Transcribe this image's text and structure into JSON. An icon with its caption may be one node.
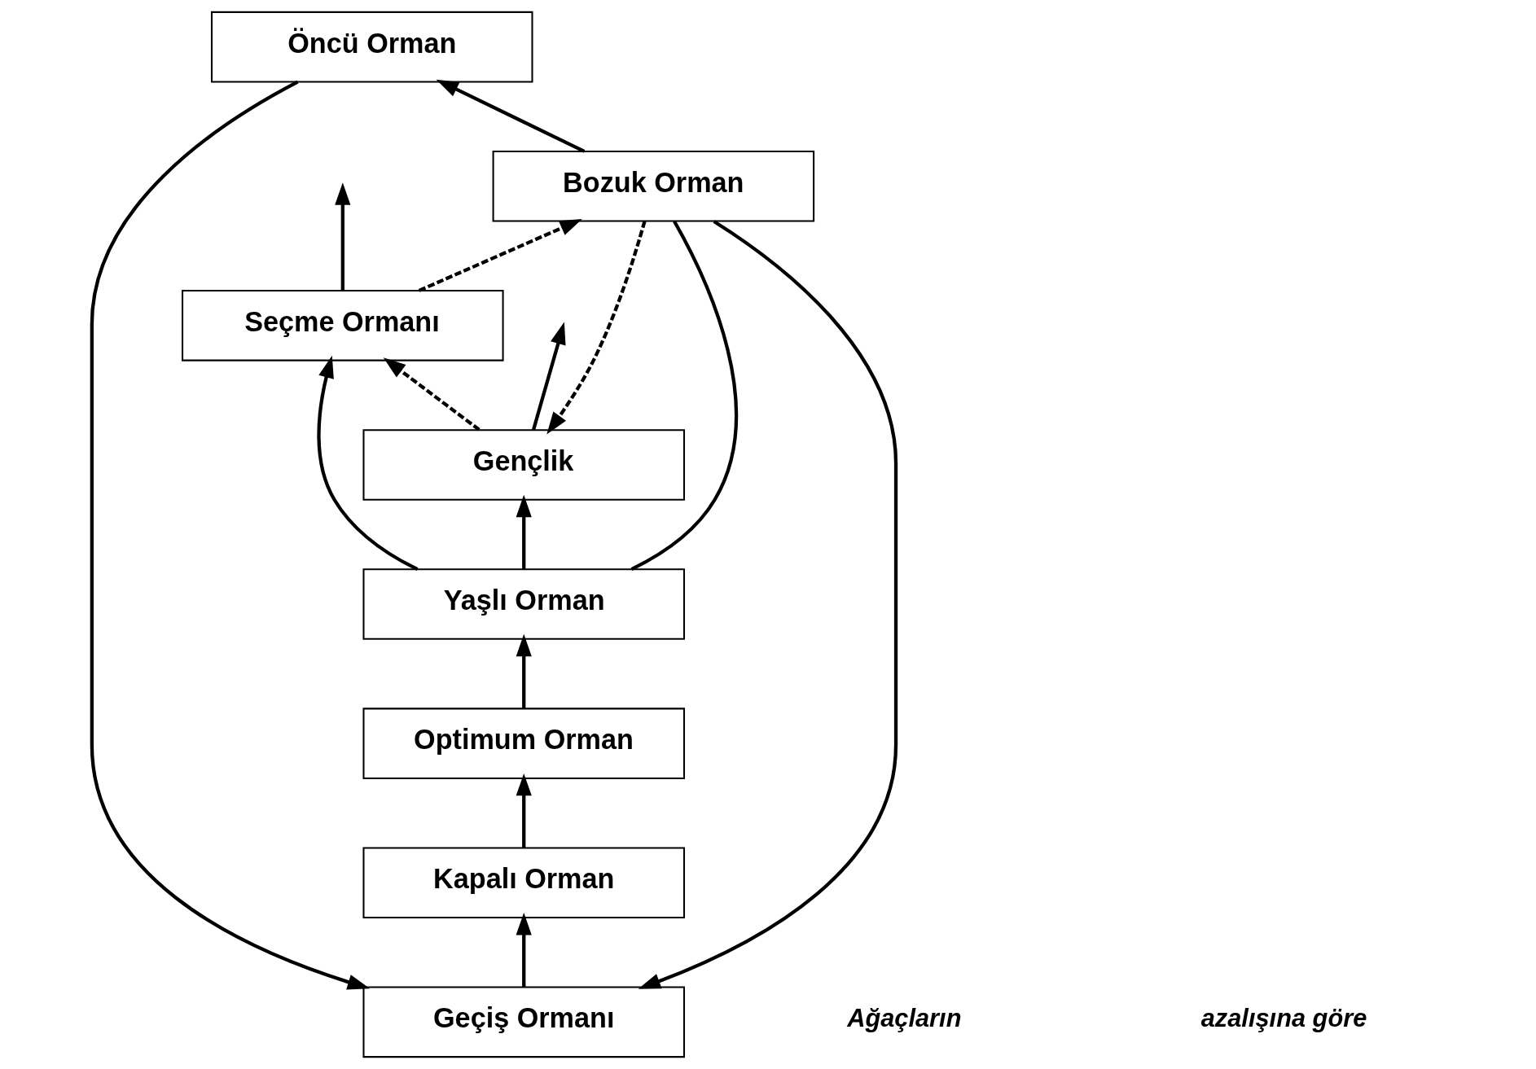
{
  "diagram": {
    "nodes": [
      {
        "text": [
          "Geçiş Ormanı"
        ]
      },
      {
        "text": [
          "Kapalı Orman"
        ]
      },
      {
        "text": [
          "Öncü Orman"
        ]
      },
      {
        "text": [
          "Gençlik"
        ]
      },
      {
        "text": [
          "Optimum Orman"
        ]
      },
      {
        "text": [
          "Seçme Ormanı"
        ]
      },
      {
        "text": [
          "Bozuk Orman"
        ]
      },
      {
        "text": [
          "Yaşlı Orman"
        ]
      }
    ],
    "edges": [
      {
        "from": 2,
        "to": 0,
        "arrow": "to"
      },
      {
        "from": 0,
        "to": 1,
        "arrow": "to"
      },
      {
        "from": 1,
        "to": 4,
        "arrow": "to"
      },
      {
        "from": 4,
        "to": 7,
        "arrow": "to"
      },
      {
        "from": 6,
        "to": 2,
        "arrow": "to"
      },
      {
        "from": 6,
        "to": 0,
        "arrow": "to"
      },
      {
        "from": 6,
        "to": 3,
        "arrow": "to",
        "style": "dashed"
      },
      {
        "from": 3,
        "to": 5,
        "arrow": "to",
        "style": "dashed"
      },
      {
        "from": 5,
        "to": 6,
        "arrow": "to",
        "style": "dashed"
      },
      {
        "from": 3,
        "to": null,
        "arrow": "to"
      },
      {
        "from": 5,
        "to": null,
        "arrow": "to"
      },
      {
        "from": 7,
        "to": 5,
        "arrow": "to"
      },
      {
        "from": 7,
        "to": 3,
        "arrow": "to"
      },
      {
        "from": 6,
        "to": 7,
        "arrow": "none"
      }
    ],
    "labels": [
      "Ağaçların",
      "azalışına göre"
    ]
  }
}
